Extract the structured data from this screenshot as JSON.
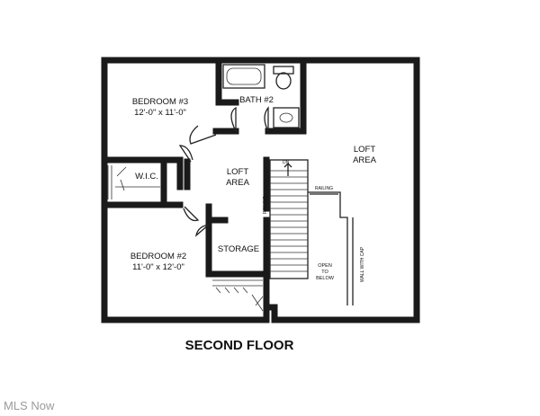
{
  "plan": {
    "title": "SECOND FLOOR",
    "rooms": {
      "bedroom3": {
        "name": "BEDROOM #3",
        "size": "12'-0\" x 11'-0\""
      },
      "bath2": {
        "name": "BATH #2"
      },
      "loft_east": {
        "line1": "LOFT",
        "line2": "AREA"
      },
      "loft_center": {
        "line1": "LOFT",
        "line2": "AREA"
      },
      "wic": {
        "name": "W.I.C."
      },
      "storage": {
        "name": "STORAGE"
      },
      "bedroom2": {
        "name": "BEDROOM #2",
        "size": "11'-0\" x 12'-0\""
      }
    },
    "annotations": {
      "stair_dn": "DN",
      "railing_top": "RAILING",
      "railing_side": "RAILING",
      "open_line1": "OPEN",
      "open_line2": "TO",
      "open_line3": "BELOW",
      "wall_cap": "WALL WITH CAP"
    }
  },
  "watermark": "MLS Now"
}
